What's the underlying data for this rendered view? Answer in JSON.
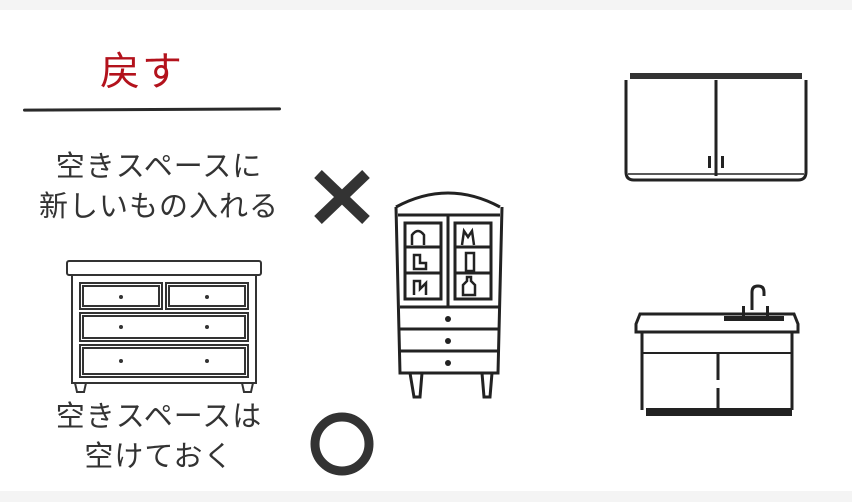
{
  "header": {
    "title": "戻す",
    "title_color": "#b3121c"
  },
  "bad_example": {
    "line1": "空きスペースに",
    "line2": "新しいもの入れる",
    "mark": "×",
    "mark_icon": "cross-mark-icon"
  },
  "good_example": {
    "line1": "空きスペースは",
    "line2": "空けておく",
    "mark": "○",
    "mark_icon": "circle-mark-icon"
  },
  "illustrations": [
    {
      "name": "chest-of-drawers",
      "icon": "dresser-icon"
    },
    {
      "name": "display-cabinet",
      "icon": "cabinet-icon"
    },
    {
      "name": "wall-cupboard",
      "icon": "wall-cabinet-icon"
    },
    {
      "name": "kitchen-sink-cabinet",
      "icon": "sink-cabinet-icon"
    }
  ]
}
